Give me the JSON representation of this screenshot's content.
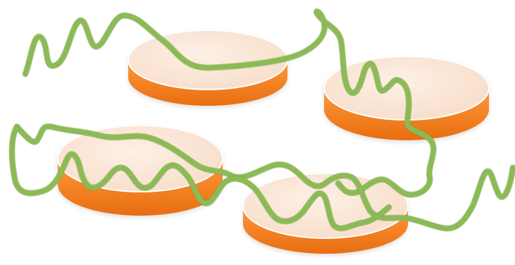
{
  "figure": {
    "items": [
      {
        "kind": "disc",
        "name": "disc-top-left"
      },
      {
        "kind": "disc",
        "name": "disc-top-right"
      },
      {
        "kind": "disc",
        "name": "disc-bottom-left"
      },
      {
        "kind": "disc",
        "name": "disc-bottom-right"
      },
      {
        "kind": "strand",
        "name": "strand-top"
      },
      {
        "kind": "strand",
        "name": "strand-bottom"
      }
    ],
    "colors": {
      "disc_top": "#fbe3d3",
      "disc_top_edge": "#f2c6a8",
      "disc_side": "#f58220",
      "disc_side_dark": "#e86d10",
      "strand": "#8cba57",
      "strand_shadow": "#7aa746"
    }
  }
}
